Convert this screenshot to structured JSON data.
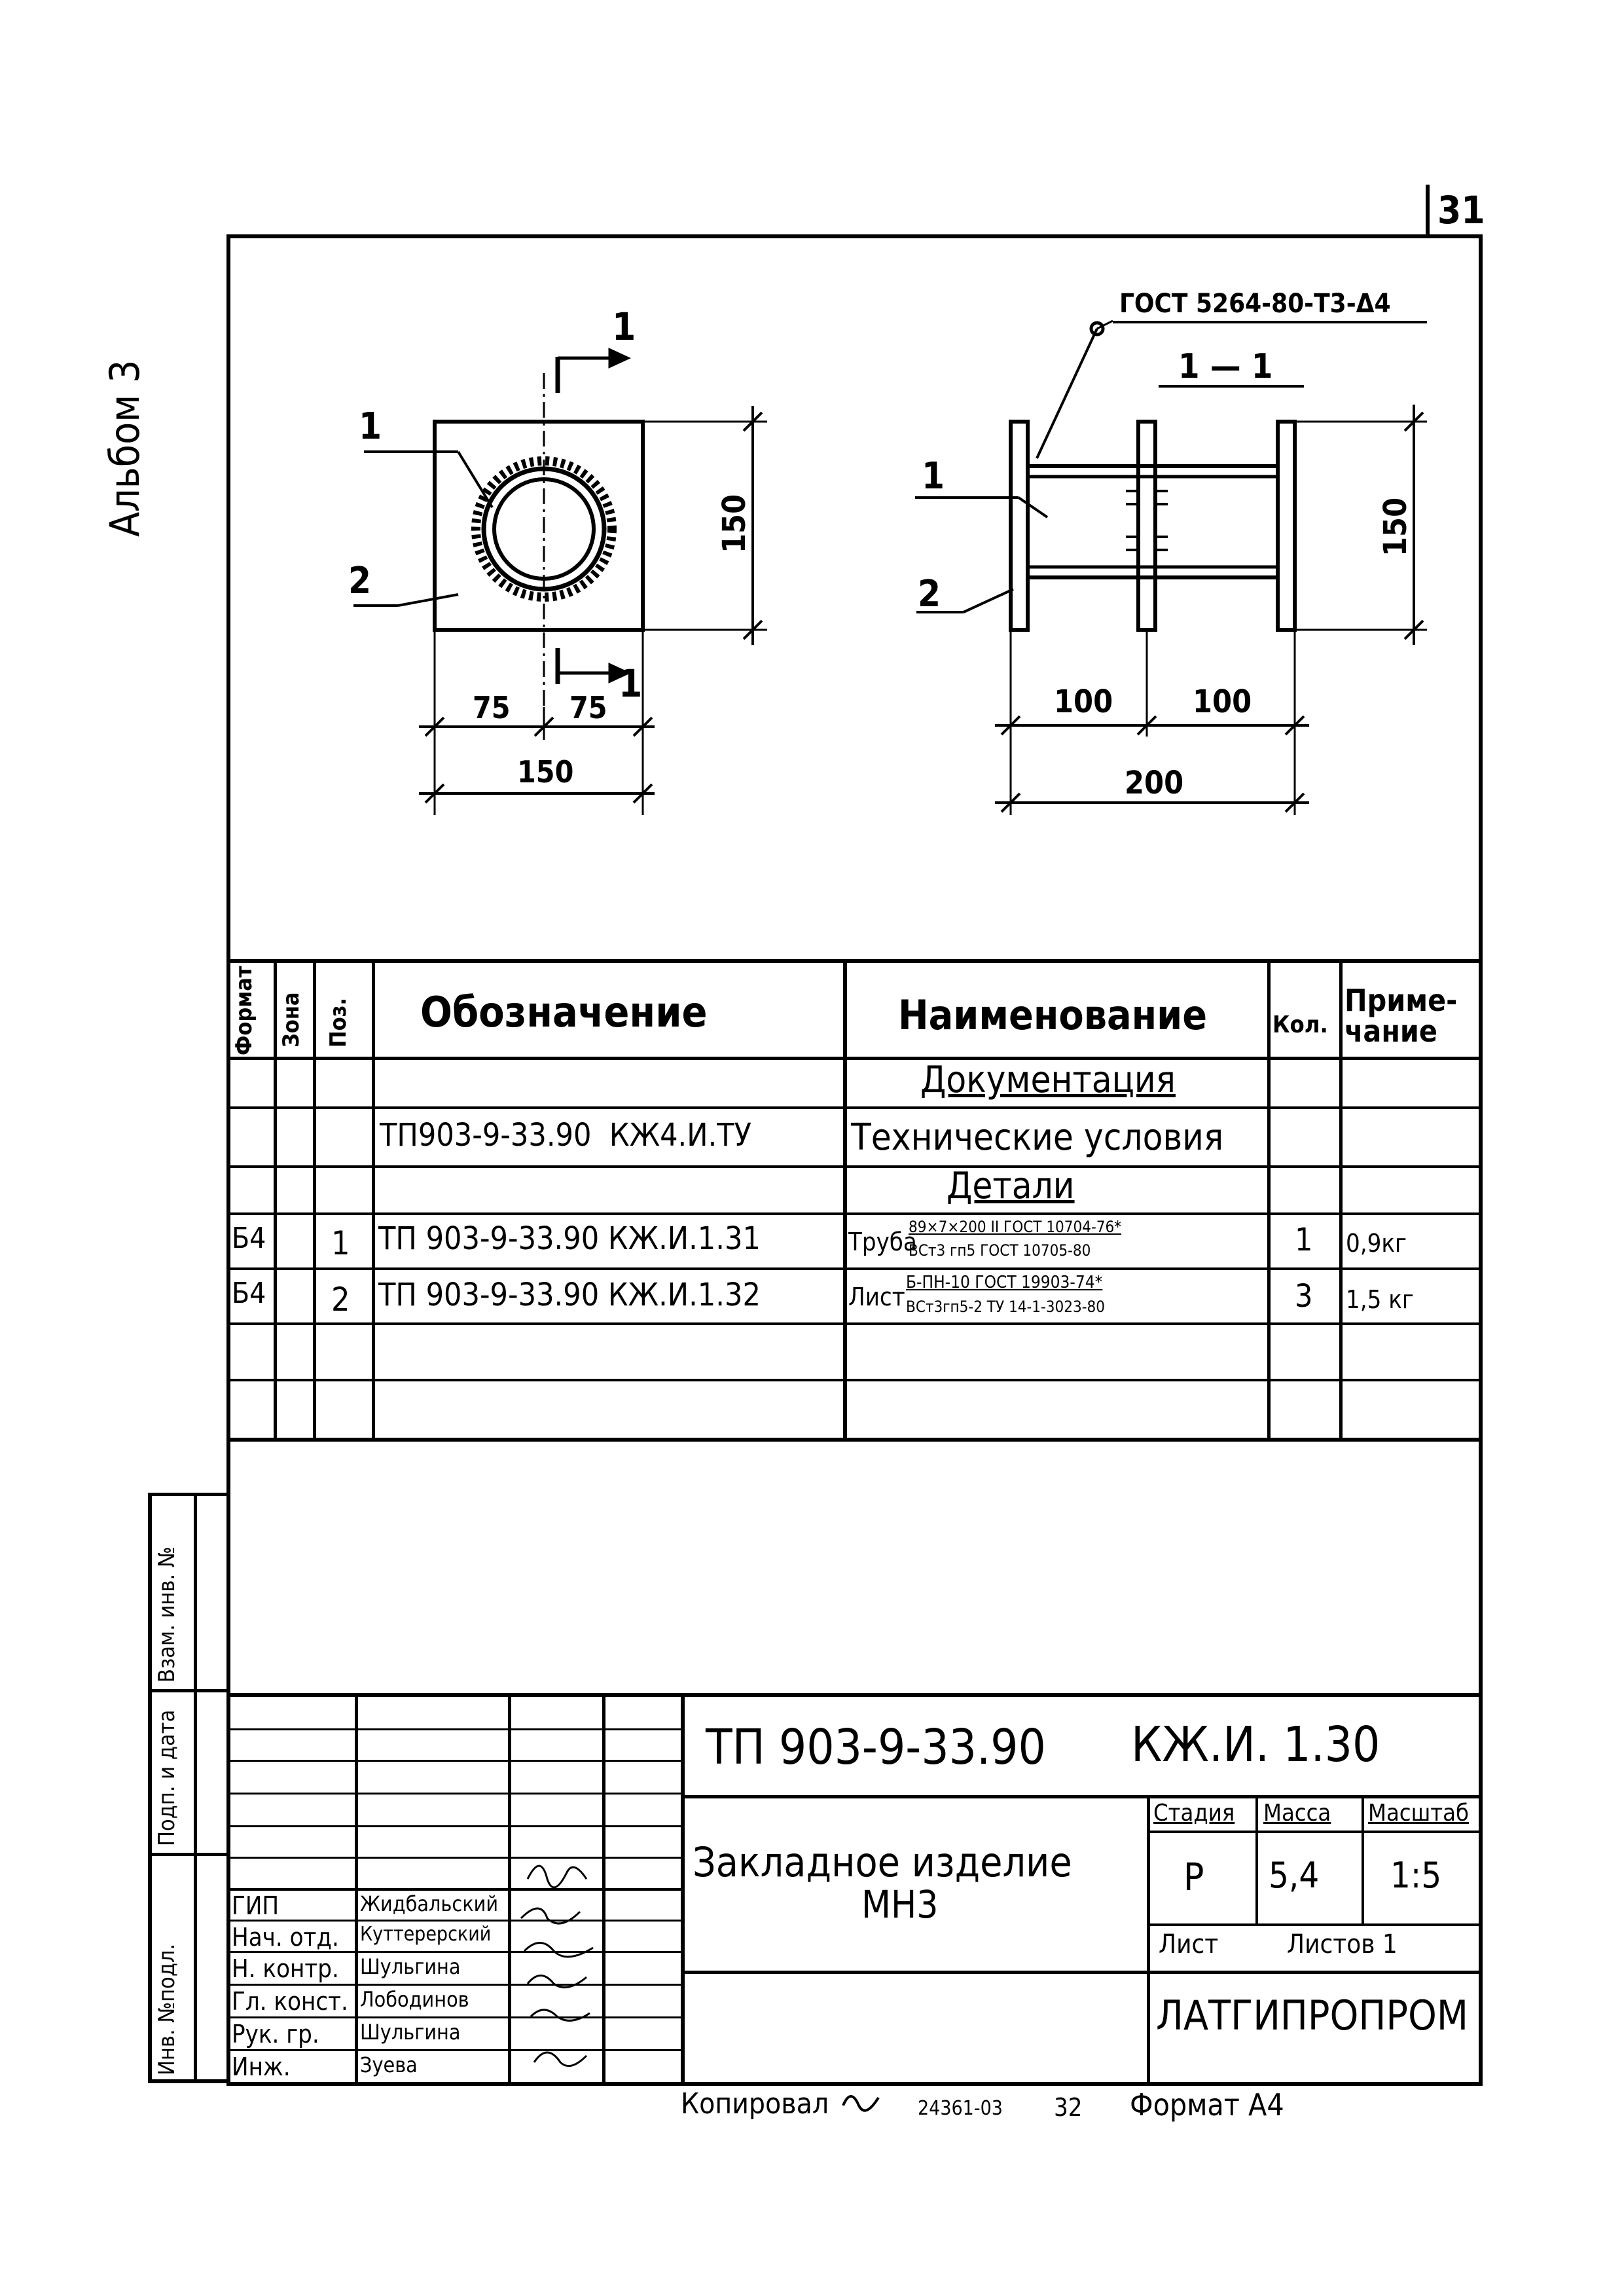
{
  "page_number": "31",
  "album_label": "Альбом 3",
  "drawing": {
    "gost_callout": "ГОСТ 5264-80-Т3-Δ4",
    "plan": {
      "section_mark_top": "1",
      "section_mark_bottom": "1",
      "item_1": "1",
      "item_2": "2",
      "dim_height": "150",
      "dim_left": "75",
      "dim_right": "75",
      "dim_width": "150"
    },
    "section": {
      "title": "1 — 1",
      "item_1": "1",
      "item_2": "2",
      "dim_height": "150",
      "dim_left": "100",
      "dim_right": "100",
      "dim_total": "200"
    }
  },
  "spec_table": {
    "headers": {
      "format": "Формат",
      "zone": "Зона",
      "pos": "Поз.",
      "designation": "Обозначение",
      "name": "Наименование",
      "qty": "Кол.",
      "note_line1": "Приме-",
      "note_line2": "чание"
    },
    "rows": [
      {
        "format": "",
        "pos": "",
        "designation": "",
        "name": "Документация",
        "name_underlined": true,
        "qty": "",
        "note": ""
      },
      {
        "format": "",
        "pos": "",
        "designation": "ТП903-9-33.90  КЖ4.И.ТУ",
        "name": "Технические условия",
        "qty": "",
        "note": ""
      },
      {
        "format": "",
        "pos": "",
        "designation": "",
        "name": "Детали",
        "name_underlined": true,
        "qty": "",
        "note": ""
      },
      {
        "format": "Б4",
        "pos": "1",
        "designation": "ТП 903-9-33.90 КЖ.И.1.31",
        "name": "Труба",
        "name_top": "89×7×200 II ГОСТ 10704-76*",
        "name_bottom": "ВСт3 гп5 ГОСТ 10705-80",
        "qty": "1",
        "note": "0,9кг"
      },
      {
        "format": "Б4",
        "pos": "2",
        "designation": "ТП 903-9-33.90 КЖ.И.1.32",
        "name": "Лист",
        "name_top": "Б-ПН-10 ГОСТ 19903-74*",
        "name_bottom": "ВСт3гп5-2 ТУ 14-1-3023-80",
        "qty": "3",
        "note": "1,5 кг"
      },
      {
        "format": "",
        "pos": "",
        "designation": "",
        "name": "",
        "qty": "",
        "note": ""
      },
      {
        "format": "",
        "pos": "",
        "designation": "",
        "name": "",
        "qty": "",
        "note": ""
      }
    ]
  },
  "side_stamp": {
    "inv_podl": "Инв. №подл.",
    "podp_data": "Подп. и дата",
    "vzam_inv": "Взам. инв. №"
  },
  "title_block": {
    "doc_code": "ТП 903-9-33.90",
    "sheet_code": "КЖ.И. 1.30",
    "title_line1": "Закладное изделие",
    "title_line2": "МН3",
    "stage_label": "Стадия",
    "mass_label": "Масса",
    "scale_label": "Масштаб",
    "stage_value": "Р",
    "mass_value": "5,4",
    "scale_value": "1:5",
    "sheet_label": "Лист",
    "sheets_label": "Листов 1",
    "organization": "ЛАТГИПРОПРОМ",
    "signers": [
      {
        "role": "ГИП",
        "name": "Жидбальский"
      },
      {
        "role": "Нач. отд.",
        "name": "Куттерерский"
      },
      {
        "role": "Н. контр.",
        "name": "Шульгина"
      },
      {
        "role": "Гл. конст.",
        "name": "Лободинов"
      },
      {
        "role": "Рук. гр.",
        "name": "Шульгина"
      },
      {
        "role": "Инж.",
        "name": "Зуева"
      }
    ]
  },
  "footer": {
    "copied": "Копировал",
    "order": "24361-03",
    "sheet_no": "32",
    "format": "Формат А4"
  }
}
